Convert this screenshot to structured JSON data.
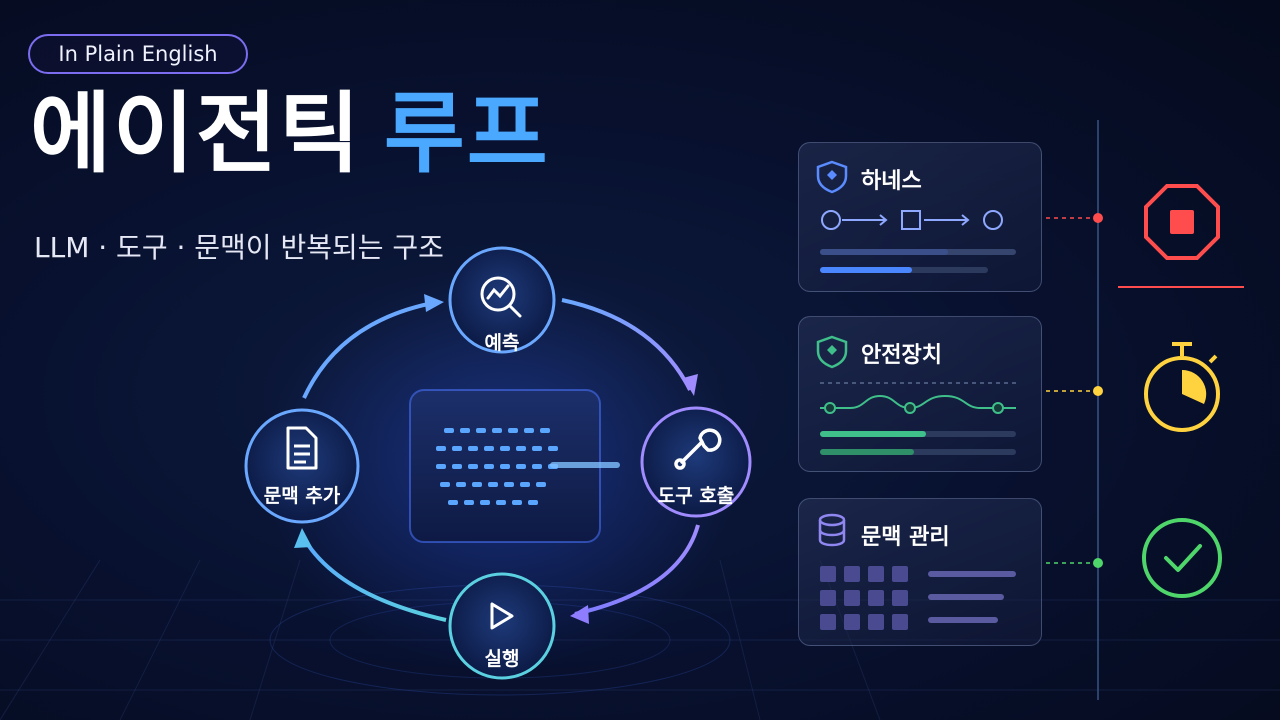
{
  "badge": {
    "label": "In Plain English"
  },
  "title": {
    "part1": "에이전틱",
    "part2": "루프"
  },
  "subtitle": "LLM · 도구 · 문맥이 반복되는 구조",
  "loop": {
    "nodes": [
      {
        "label": "예측",
        "icon": "chart-search-icon",
        "color": "#5aa8ff"
      },
      {
        "label": "도구 호출",
        "icon": "wrench-icon",
        "color": "#8f7dff"
      },
      {
        "label": "실행",
        "icon": "play-icon",
        "color": "#5ad0e0"
      },
      {
        "label": "문맥 추가",
        "icon": "document-icon",
        "color": "#5aa8ff"
      }
    ]
  },
  "cards": [
    {
      "title": "하네스",
      "icon": "shield-icon",
      "accent": "#4a86ff",
      "status_icon": "stop-icon",
      "status_color": "#ff4d4d",
      "dot_color": "#ff4d4d"
    },
    {
      "title": "안전장치",
      "icon": "shield-icon",
      "accent": "#3fbf8a",
      "status_icon": "timer-icon",
      "status_color": "#ffd23f",
      "dot_color": "#ffd23f"
    },
    {
      "title": "문맥 관리",
      "icon": "database-icon",
      "accent": "#7e76d6",
      "status_icon": "check-icon",
      "status_color": "#4fd66b",
      "dot_color": "#4fd66b"
    }
  ]
}
